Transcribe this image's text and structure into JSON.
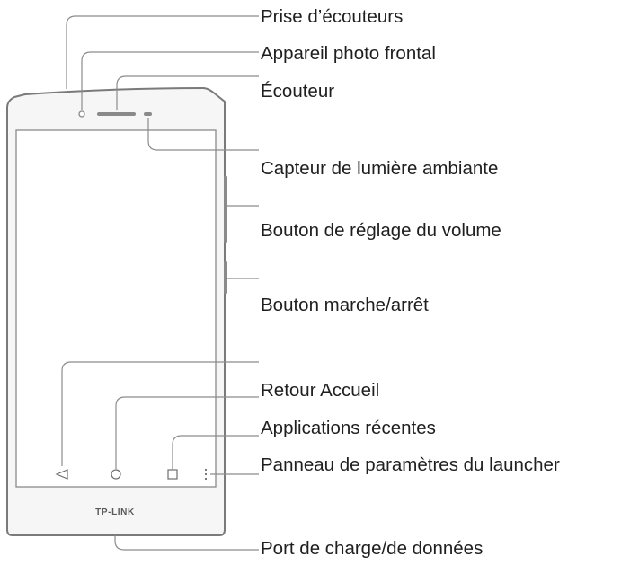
{
  "labels": {
    "headphone_jack": "Prise d’écouteurs",
    "front_camera": "Appareil photo frontal",
    "earpiece": "Écouteur",
    "ambient_light_sensor": "Capteur de lumière ambiante",
    "volume_button": "Bouton de réglage du volume",
    "power_button": "Bouton marche/arrêt",
    "back": "Retour Accueil",
    "recent_apps": "Applications récentes",
    "launcher_settings": "Panneau de paramètres du launcher",
    "charge_data_port": "Port de charge/de données"
  },
  "brand": "TP-LINK",
  "colors": {
    "line": "#8c8c8c",
    "text": "#1f1f1f",
    "phone_outline": "#7a7a7a"
  },
  "icons": {
    "back": "triangle-left-icon",
    "home": "circle-icon",
    "recent": "square-icon",
    "menu": "three-dots-icon"
  }
}
